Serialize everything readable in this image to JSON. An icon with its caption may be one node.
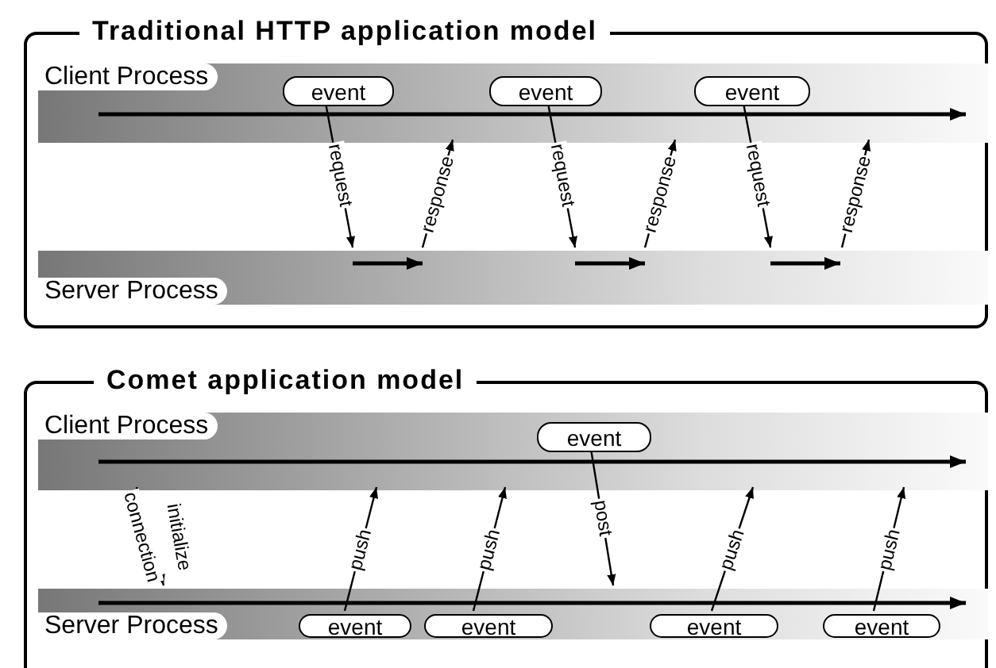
{
  "diagram": {
    "nodes": [
      {
        "text": [
          "Traditional HTTP application model"
        ]
      },
      {
        "text": [
          "Client Process"
        ],
        "in": 0
      },
      {
        "text": [
          "event"
        ],
        "in": 1
      },
      {
        "text": [
          "event"
        ],
        "in": 1
      },
      {
        "text": [
          "event"
        ],
        "in": 1
      },
      {
        "text": [
          "Server Process"
        ],
        "in": 0
      },
      {
        "text": [
          "Comet application model"
        ]
      },
      {
        "text": [
          "Client Process"
        ],
        "in": 6
      },
      {
        "text": [
          "event"
        ],
        "in": 7
      },
      {
        "text": [
          "Server Process"
        ],
        "in": 6
      },
      {
        "text": [
          "event"
        ],
        "in": 9
      },
      {
        "text": [
          "event"
        ],
        "in": 9
      },
      {
        "text": [
          "event"
        ],
        "in": 9
      },
      {
        "text": [
          "event"
        ],
        "in": 9
      }
    ],
    "edges": [
      {
        "from": 2,
        "to": 5,
        "arrow": "to",
        "label": "request"
      },
      {
        "from": 5,
        "to": 1,
        "arrow": "to",
        "label": "response"
      },
      {
        "from": 3,
        "to": 5,
        "arrow": "to",
        "label": "request"
      },
      {
        "from": 5,
        "to": 1,
        "arrow": "to",
        "label": "response"
      },
      {
        "from": 4,
        "to": 5,
        "arrow": "to",
        "label": "request"
      },
      {
        "from": 5,
        "to": 1,
        "arrow": "to",
        "label": "response"
      },
      {
        "from": 7,
        "to": 9,
        "arrow": "to",
        "label": "connection"
      },
      {
        "from": 10,
        "to": 7,
        "arrow": "to",
        "label": "push"
      },
      {
        "from": 11,
        "to": 7,
        "arrow": "to",
        "label": "push"
      },
      {
        "from": 8,
        "to": 9,
        "arrow": "to",
        "label": "post"
      },
      {
        "from": 12,
        "to": 7,
        "arrow": "to",
        "label": "push"
      },
      {
        "from": 13,
        "to": 7,
        "arrow": "to",
        "label": "push"
      }
    ],
    "labels": [
      "initialize"
    ]
  }
}
